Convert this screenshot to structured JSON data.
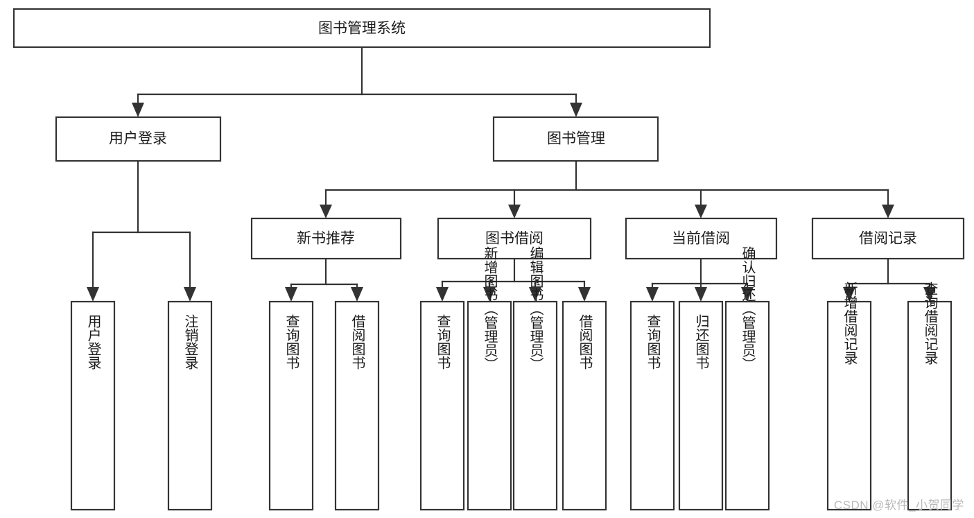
{
  "diagram": {
    "kind": "tree-hierarchy-diagram",
    "title": "图书管理系统",
    "watermark": "CSDN @软件_小贺同学",
    "colors": {
      "box_stroke": "#333333",
      "box_fill": "#ffffff",
      "text": "#1b1b1b",
      "background": "#ffffff",
      "watermark": "#b9b9b9"
    },
    "levels": {
      "level0": [
        {
          "id": "root",
          "label": "图书管理系统",
          "orientation": "horizontal"
        }
      ],
      "level1": [
        {
          "id": "user-login",
          "label": "用户登录",
          "orientation": "horizontal"
        },
        {
          "id": "book-manage",
          "label": "图书管理",
          "orientation": "horizontal"
        }
      ],
      "level2": [
        {
          "id": "new-book-recommend",
          "label": "新书推荐",
          "orientation": "horizontal",
          "parent": "book-manage"
        },
        {
          "id": "book-borrow",
          "label": "图书借阅",
          "orientation": "horizontal",
          "parent": "book-manage"
        },
        {
          "id": "current-borrow",
          "label": "当前借阅",
          "orientation": "horizontal",
          "parent": "book-manage"
        },
        {
          "id": "borrow-record",
          "label": "借阅记录",
          "orientation": "horizontal",
          "parent": "book-manage"
        }
      ],
      "level3": [
        {
          "id": "leaf-user-login",
          "label": "用户登录",
          "orientation": "vertical",
          "parent": "user-login"
        },
        {
          "id": "leaf-user-logout",
          "label": "注销登录",
          "orientation": "vertical",
          "parent": "user-login"
        },
        {
          "id": "leaf-query-book-1",
          "label": "查询图书",
          "orientation": "vertical",
          "parent": "new-book-recommend"
        },
        {
          "id": "leaf-borrow-book-1",
          "label": "借阅图书",
          "orientation": "vertical",
          "parent": "new-book-recommend"
        },
        {
          "id": "leaf-query-book-2",
          "label": "查询图书",
          "orientation": "vertical",
          "parent": "book-borrow"
        },
        {
          "id": "leaf-add-book",
          "label": "新增图书（管理员）",
          "orientation": "vertical",
          "parent": "book-borrow"
        },
        {
          "id": "leaf-edit-book",
          "label": "编辑图书（管理员）",
          "orientation": "vertical",
          "parent": "book-borrow"
        },
        {
          "id": "leaf-borrow-book-2",
          "label": "借阅图书",
          "orientation": "vertical",
          "parent": "book-borrow"
        },
        {
          "id": "leaf-query-book-3",
          "label": "查询图书",
          "orientation": "vertical",
          "parent": "current-borrow"
        },
        {
          "id": "leaf-return-book",
          "label": "归还图书",
          "orientation": "vertical",
          "parent": "current-borrow"
        },
        {
          "id": "leaf-confirm-return",
          "label": "确认归还（管理员）",
          "orientation": "vertical",
          "parent": "current-borrow"
        },
        {
          "id": "leaf-add-record",
          "label": "新增借阅记录",
          "orientation": "vertical",
          "parent": "borrow-record"
        },
        {
          "id": "leaf-query-record",
          "label": "查询借阅记录",
          "orientation": "vertical",
          "parent": "borrow-record"
        }
      ]
    }
  }
}
